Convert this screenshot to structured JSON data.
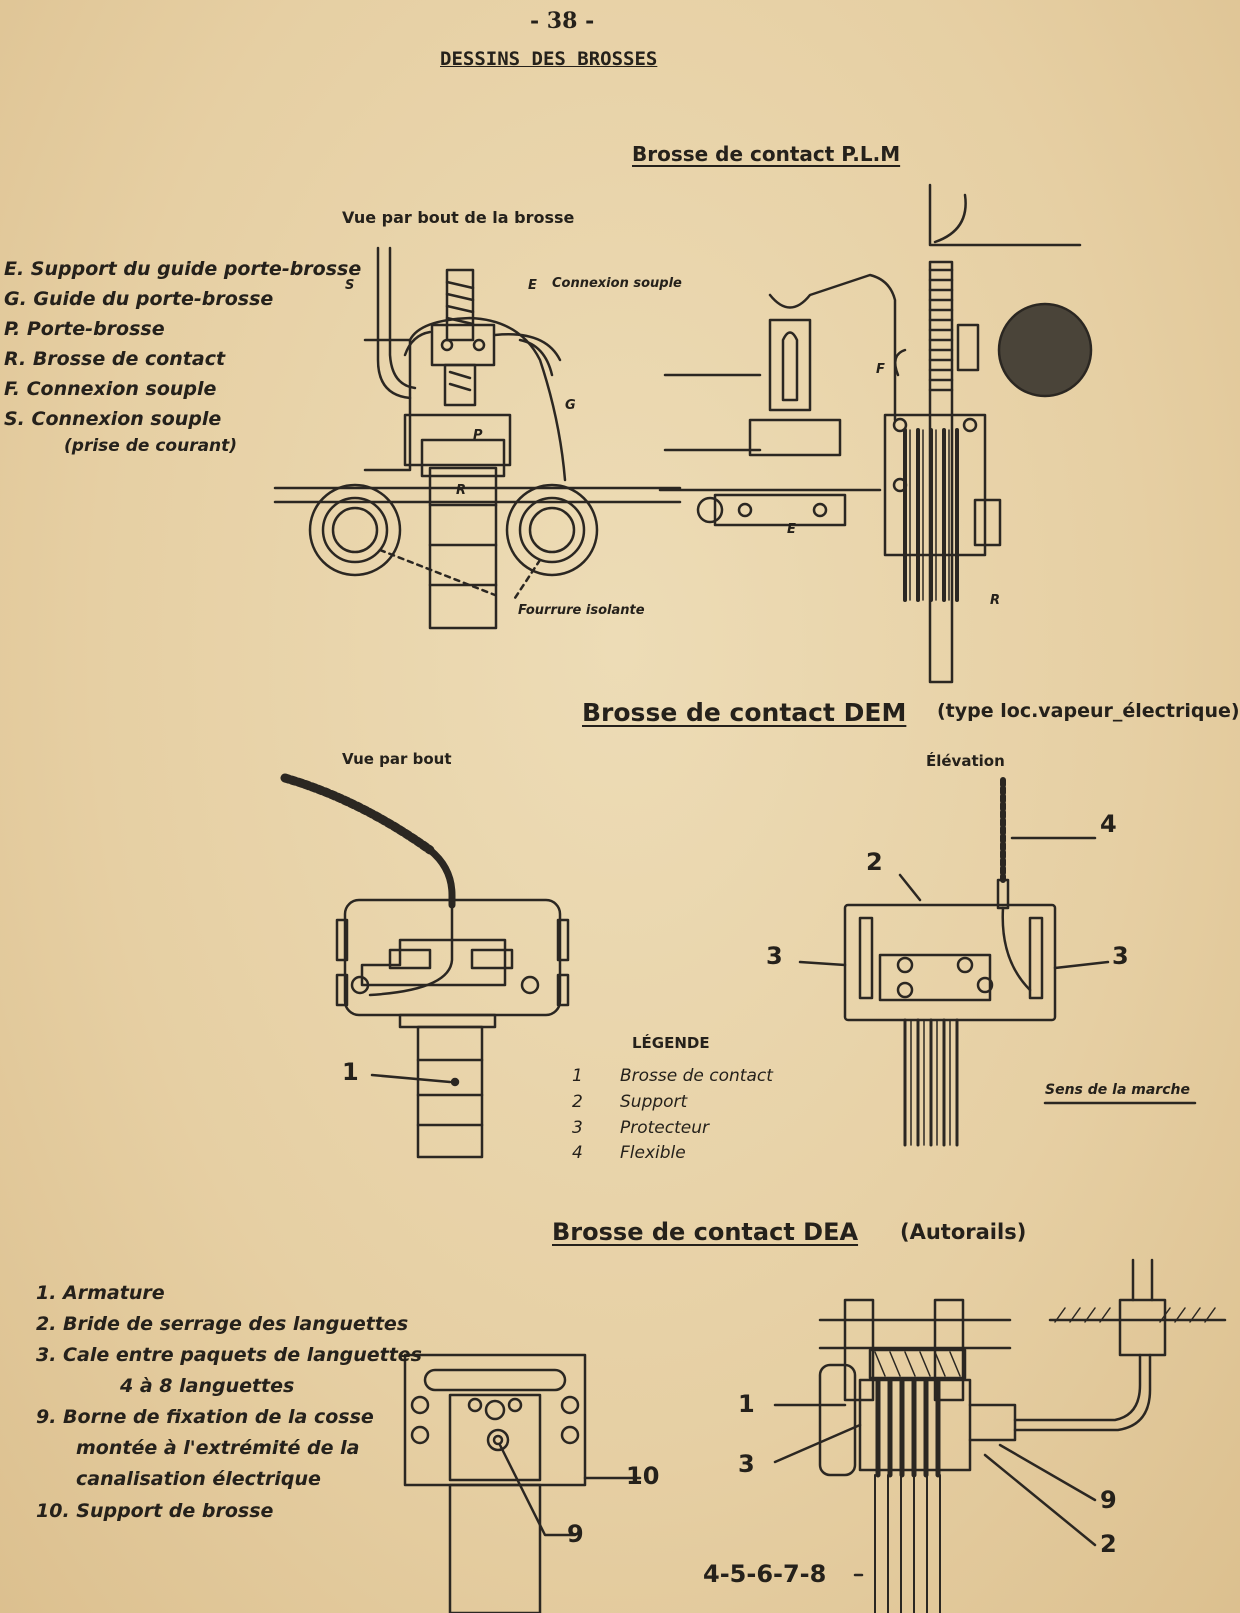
{
  "page_number": "- 38 -",
  "page_title": "DESSINS DES BROSSES",
  "plm": {
    "title": "Brosse de contact P.L.M",
    "view_label": "Vue par bout de la brosse",
    "legend": [
      "E. Support du guide porte-brosse",
      "G. Guide du porte-brosse",
      "P. Porte-brosse",
      "R. Brosse de contact",
      "F. Connexion souple",
      "S. Connexion souple",
      "(prise de courant)"
    ],
    "callouts": {
      "S": "S",
      "E": "E",
      "E_connexion": "Connexion souple",
      "G": "G",
      "P": "P",
      "R": "R",
      "fourrure": "Fourrure isolante",
      "F": "F",
      "E2": "E",
      "R2": "R"
    }
  },
  "dem": {
    "title": "Brosse de contact DEM",
    "subtitle": "(type loc.vapeur_électrique)",
    "view_label": "Vue par bout",
    "elevation_label": "Élévation",
    "legend_title": "LÉGENDE",
    "legend": [
      {
        "num": "1",
        "text": "Brosse de contact"
      },
      {
        "num": "2",
        "text": "Support"
      },
      {
        "num": "3",
        "text": "Protecteur"
      },
      {
        "num": "4",
        "text": "Flexible"
      }
    ],
    "callouts": {
      "c1": "1",
      "c2": "2",
      "c3a": "3",
      "c3b": "3",
      "c4": "4"
    },
    "direction": "Sens de la marche"
  },
  "dea": {
    "title": "Brosse de contact DEA",
    "subtitle": "(Autorails)",
    "legend": [
      "1. Armature",
      "2. Bride de serrage des languettes",
      "3. Cale entre paquets de languettes",
      "4 à 8 languettes",
      "9. Borne de fixation de la cosse",
      "montée à l'extrémité de la",
      "canalisation électrique",
      "10. Support de brosse"
    ],
    "callouts": {
      "c10": "10",
      "c9a": "9",
      "c1": "1",
      "c3": "3",
      "c45678": "4-5-6-7-8",
      "c9b": "9",
      "c2": "2"
    }
  }
}
